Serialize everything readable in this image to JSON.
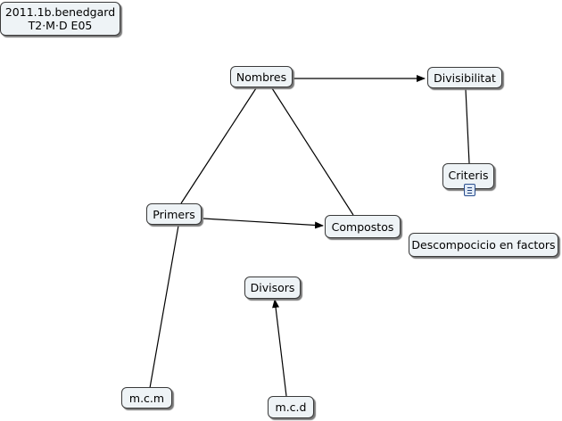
{
  "title_node": {
    "line1": "2011.1b.benedgard",
    "line2": "T2·M·D E05"
  },
  "concepts": {
    "nombres": "Nombres",
    "divisibilitat": "Divisibilitat",
    "criteris": "Criteris",
    "primers": "Primers",
    "compostos": "Compostos",
    "descompocicio": "Descompocicio en factors",
    "divisors": "Divisors",
    "mcm": "m.c.m",
    "mcd": "m.c.d"
  },
  "icons": {
    "criteris_resource": "document-icon"
  },
  "colors": {
    "node_fill": "#eef3f6",
    "node_border": "#3a3a3a",
    "link": "#000000"
  }
}
